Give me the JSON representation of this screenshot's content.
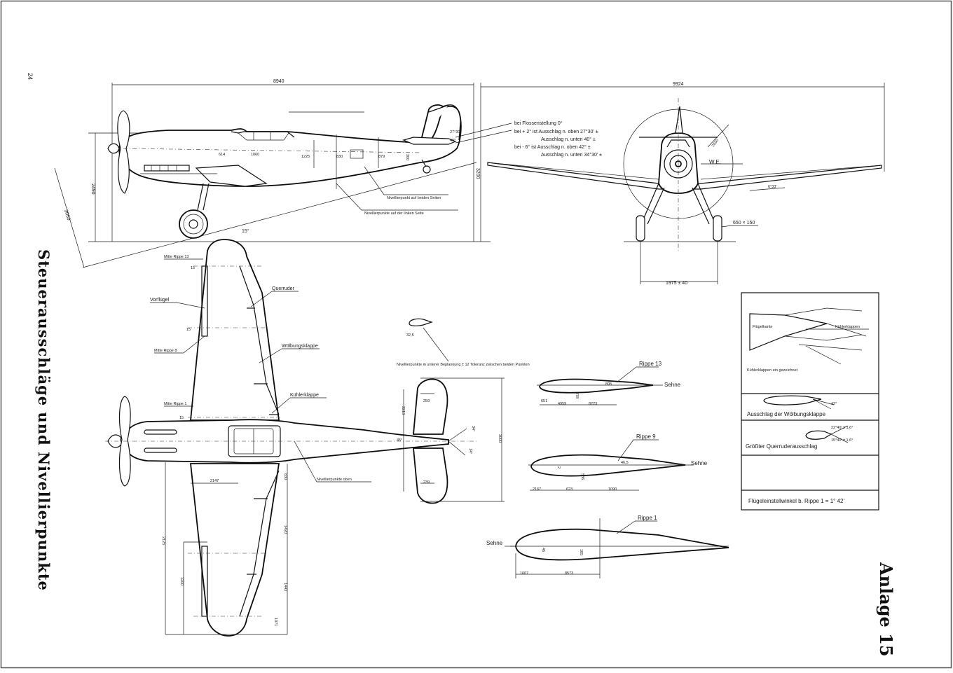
{
  "page_number": "24",
  "side_title": "Steuerausschläge und Nivellierpunkte",
  "appendix": "Anlage 15",
  "side_view": {
    "dim_length": "8940",
    "dim_height": "2490",
    "dim_diag": "3050",
    "angle": "15°",
    "stations": [
      "614",
      "1060",
      "1225",
      "830",
      "879",
      "300"
    ],
    "notes": [
      "Nivellierpunkt auf beiden Seiten",
      "Nivellierpunkte auf der linken Seite"
    ],
    "tail_angles": [
      "27°30'",
      "40°"
    ]
  },
  "flap_notes": {
    "line1": "bei Flossenstellung 0°",
    "line2": "bei + 2° ist Ausschlag n. oben 27°30' ±",
    "line3": "Ausschlag n. unten 40° ±",
    "line4": "bei - 6° ist Ausschlag n. oben 42° ±",
    "line5": "Ausschlag n. unten 34°30' ±"
  },
  "front_view": {
    "span": "9924",
    "height": "3200",
    "prop_dia": "2600",
    "we_label": "W.E.",
    "dihedral": "6°33'",
    "tyre": "650 × 150",
    "track": "1975 ± 40"
  },
  "top_view": {
    "labels": {
      "querruder": "Querruder",
      "vorflugel": "Vorflügel",
      "wolbungsklappe": "Wölbungsklappe",
      "kuhlerklappe": "Kühlerklappe",
      "mitte_rippe_13": "Mitte Rippe 13",
      "mitte_rippe_8": "Mitte Rippe 8",
      "mitte_rippe_1": "Mitte Rippe 1",
      "nivellierpunkte_oben": "Nivellierpunkte oben",
      "nivellier_unten": "Nivellierpunkte in unterer Beplankung ± 12 Toleranz zwischen beiden Punkten"
    },
    "dims": [
      "2147",
      "830",
      "1420",
      "2125",
      "1200",
      "1443",
      "1071"
    ],
    "station_marks": [
      "15",
      "15",
      "15"
    ],
    "stab_span": "3000",
    "stab_dims": [
      "259",
      "239",
      "2213"
    ],
    "stab_angles": [
      "45°",
      "34°",
      "14°"
    ],
    "misc": [
      "32,5"
    ]
  },
  "airfoils": {
    "rippe13": {
      "title": "Rippe 13",
      "chord": "Sehne",
      "dims": [
        "895",
        "4959",
        "8223",
        "651",
        "478"
      ]
    },
    "rippe9": {
      "title": "Rippe 9",
      "chord": "Sehne",
      "dims": [
        "46,5",
        "2167",
        "623",
        "1090",
        "586",
        "2"
      ]
    },
    "rippe1": {
      "title": "Rippe 1",
      "chord": "Sehne",
      "dims": [
        "1607",
        "8573",
        "185",
        "46"
      ]
    }
  },
  "inset": {
    "top_labels": [
      "Flügelkante",
      "Kühlerklappen",
      "Kühlerklappen ein gezeichnet"
    ],
    "flap_title": "Ausschlag der Wölbungsklappe",
    "flap_angle": "42°",
    "aileron_title": "Größter Querruderausschlag",
    "aileron_angles": [
      "22°40' ± 1,6°",
      "15°40' ± 1,6°"
    ],
    "incidence": "Flügeleinstellwinkel b. Rippe 1 = 1° 42'"
  }
}
